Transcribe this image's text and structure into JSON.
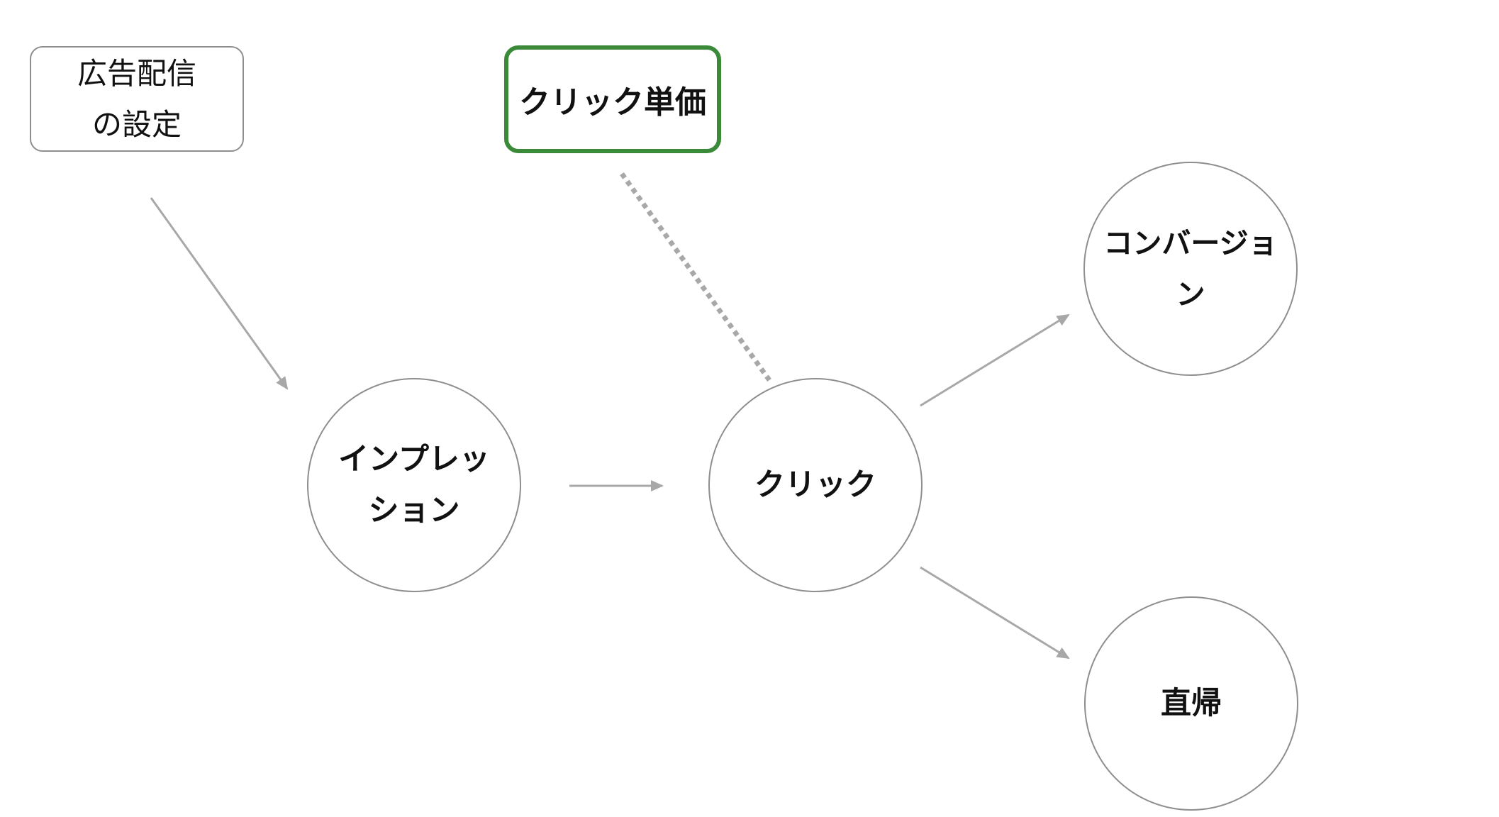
{
  "diagram": {
    "nodes": {
      "ad_settings": {
        "label": "広告配信の設定",
        "lines": [
          "広告配信",
          "の設定"
        ]
      },
      "cpc": {
        "label": "クリック単価",
        "accent_color": "#3a8a3a"
      },
      "impression": {
        "label": "インプレッション",
        "lines": [
          "インプレッ",
          "ション"
        ]
      },
      "click": {
        "label": "クリック"
      },
      "conversion": {
        "label": "コンバージョン"
      },
      "bounce": {
        "label": "直帰"
      }
    },
    "edges": [
      {
        "from": "広告配信の設定",
        "to": "インプレッション",
        "style": "solid-arrow"
      },
      {
        "from": "インプレッション",
        "to": "クリック",
        "style": "solid-arrow"
      },
      {
        "from": "クリック単価",
        "to": "クリック",
        "style": "dotted"
      },
      {
        "from": "クリック",
        "to": "コンバージョン",
        "style": "solid-arrow"
      },
      {
        "from": "クリック",
        "to": "直帰",
        "style": "solid-arrow"
      }
    ],
    "colors": {
      "edge": "#a8a8a8",
      "node_border": "#8e8e8e",
      "accent_border": "#3a8a3a",
      "text": "#111111"
    }
  }
}
